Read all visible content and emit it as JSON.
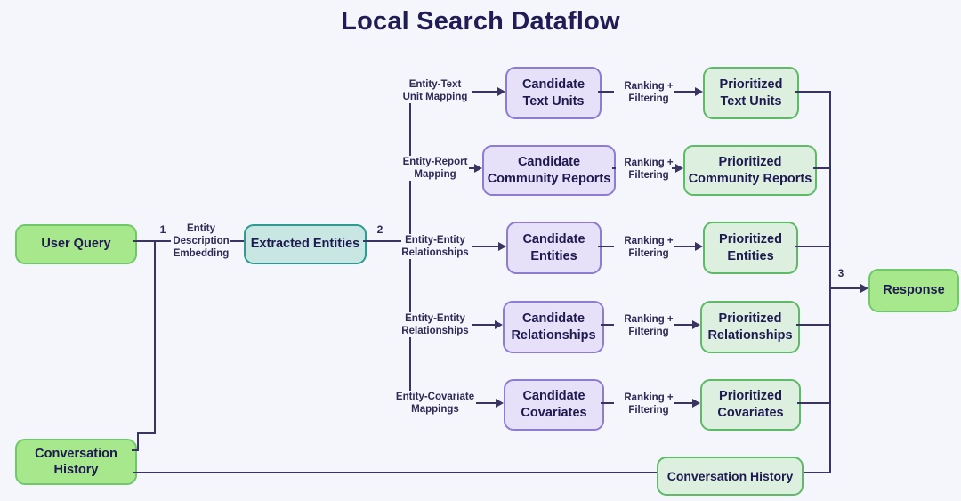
{
  "title": "Local Search Dataflow",
  "nodes": {
    "user_query": "User Query",
    "conversation_history_left_line1": "Conversation",
    "conversation_history_left_line2": "History",
    "extracted_entities": "Extracted Entities",
    "response": "Response",
    "conversation_history_bottom": "Conversation History"
  },
  "edge_labels": {
    "num1": "1",
    "num2": "2",
    "num3": "3",
    "embedding_line1": "Entity",
    "embedding_line2": "Description",
    "embedding_line3": "Embedding"
  },
  "rows": [
    {
      "mapping_line1": "Entity-Text",
      "mapping_line2": "Unit Mapping",
      "candidate_line1": "Candidate",
      "candidate_line2": "Text Units",
      "ranking_line1": "Ranking +",
      "ranking_line2": "Filtering",
      "prioritized_line1": "Prioritized",
      "prioritized_line2": "Text Units"
    },
    {
      "mapping_line1": "Entity-Report",
      "mapping_line2": "Mapping",
      "candidate_line1": "Candidate",
      "candidate_line2": "Community Reports",
      "ranking_line1": "Ranking +",
      "ranking_line2": "Filtering",
      "prioritized_line1": "Prioritized",
      "prioritized_line2": "Community Reports"
    },
    {
      "mapping_line1": "Entity-Entity",
      "mapping_line2": "Relationships",
      "candidate_line1": "Candidate",
      "candidate_line2": "Entities",
      "ranking_line1": "Ranking +",
      "ranking_line2": "Filtering",
      "prioritized_line1": "Prioritized",
      "prioritized_line2": "Entities"
    },
    {
      "mapping_line1": "Entity-Entity",
      "mapping_line2": "Relationships",
      "candidate_line1": "Candidate",
      "candidate_line2": "Relationships",
      "ranking_line1": "Ranking +",
      "ranking_line2": "Filtering",
      "prioritized_line1": "Prioritized",
      "prioritized_line2": "Relationships"
    },
    {
      "mapping_line1": "Entity-Covariate",
      "mapping_line2": "Mappings",
      "candidate_line1": "Candidate",
      "candidate_line2": "Covariates",
      "ranking_line1": "Ranking +",
      "ranking_line2": "Filtering",
      "prioritized_line1": "Prioritized",
      "prioritized_line2": "Covariates"
    }
  ],
  "colors": {
    "background": "#f5f6fb",
    "line": "#3a3462",
    "bright_green_fill": "#a8e88c",
    "bright_green_border": "#6fc86a",
    "light_green_fill": "#ddf0e0",
    "light_green_border": "#5eba67",
    "purple_fill": "#e6e0f8",
    "purple_border": "#8e7cd2",
    "teal_fill": "#c8e7e2",
    "teal_border": "#2e9a91",
    "text": "#1e1950"
  }
}
